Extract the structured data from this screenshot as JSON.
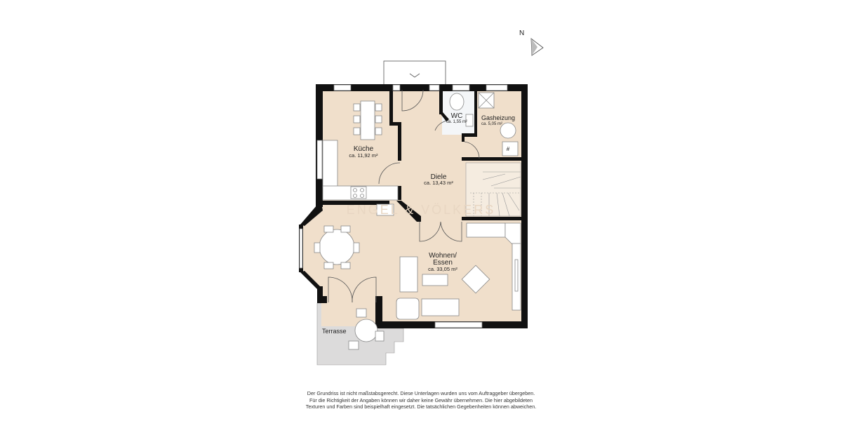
{
  "compass": {
    "label": "N"
  },
  "watermark": "ENGEL & VÖLKERS",
  "colors": {
    "floor": "#f0dfcb",
    "wall": "#111111",
    "terrace": "#dcdbdb",
    "wc_floor": "#f4f6f8"
  },
  "rooms": [
    {
      "name": "Küche",
      "area": "ca. 11,92 m²"
    },
    {
      "name": "Diele",
      "area": "ca. 13,43 m²"
    },
    {
      "name": "WC",
      "area": "ca. 1,55 m²"
    },
    {
      "name": "Gasheizung",
      "area": "ca. 5,05 m²"
    },
    {
      "name_line1": "Wohnen/",
      "name_line2": "Essen",
      "area": "ca. 33,05 m²"
    },
    {
      "name": "Terrasse"
    }
  ],
  "boiler_symbol": "#",
  "disclaimer": [
    "Der Grundriss ist nicht maßstabsgerecht. Diese Unterlagen wurden uns vom Auftraggeber übergeben.",
    "Für die Richtigkeit der Angaben können wir daher keine Gewähr übernehmen. Die hier abgebildeten",
    "Texturen und Farben sind beispielhaft eingesetzt. Die tatsächlichen Gegebenheiten können abweichen."
  ]
}
